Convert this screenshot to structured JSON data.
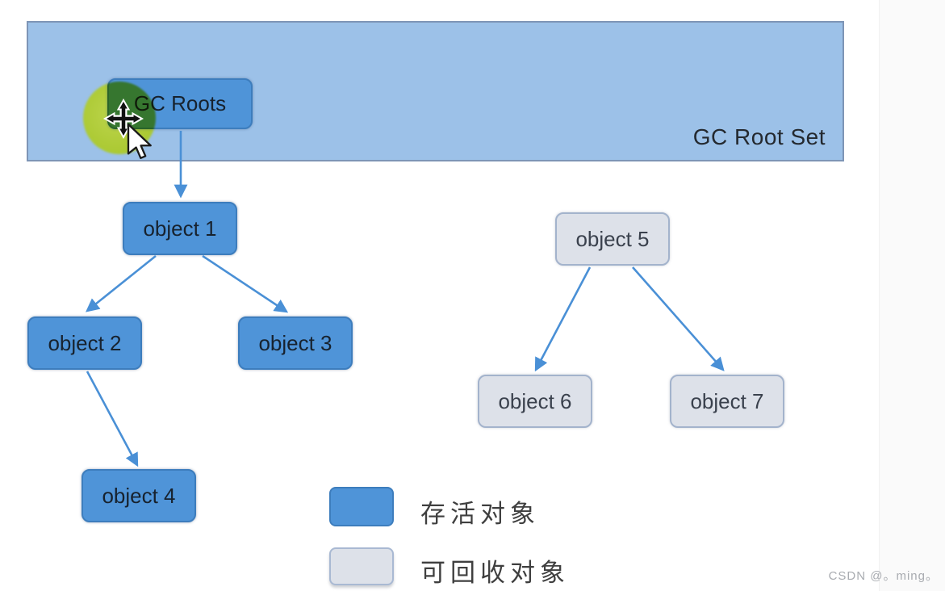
{
  "header": {
    "root_set_label": "GC Root Set"
  },
  "nodes": {
    "gc_roots": {
      "label": "GC Roots",
      "type": "live"
    },
    "object1": {
      "label": "object 1",
      "type": "live"
    },
    "object2": {
      "label": "object 2",
      "type": "live"
    },
    "object3": {
      "label": "object 3",
      "type": "live"
    },
    "object4": {
      "label": "object 4",
      "type": "live"
    },
    "object5": {
      "label": "object 5",
      "type": "garbage"
    },
    "object6": {
      "label": "object 6",
      "type": "garbage"
    },
    "object7": {
      "label": "object 7",
      "type": "garbage"
    }
  },
  "edges": [
    {
      "from": "gc_roots",
      "to": "object1"
    },
    {
      "from": "object1",
      "to": "object2"
    },
    {
      "from": "object1",
      "to": "object3"
    },
    {
      "from": "object2",
      "to": "object4"
    },
    {
      "from": "object5",
      "to": "object6"
    },
    {
      "from": "object5",
      "to": "object7"
    }
  ],
  "legend": {
    "items": [
      {
        "label": "存活对象",
        "color": "#4f94d8",
        "type": "live"
      },
      {
        "label": "可回收对象",
        "color": "#dde1e9",
        "type": "garbage"
      }
    ]
  },
  "cursor": {
    "state": "move-drag",
    "highlight_color": "#aecb37"
  },
  "colors": {
    "root_set_fill": "#9cc1e8",
    "live_fill": "#4f94d8",
    "garbage_fill": "#dde1e9",
    "edge": "#4a90d6"
  },
  "watermark": {
    "text": "CSDN @。ming。"
  }
}
